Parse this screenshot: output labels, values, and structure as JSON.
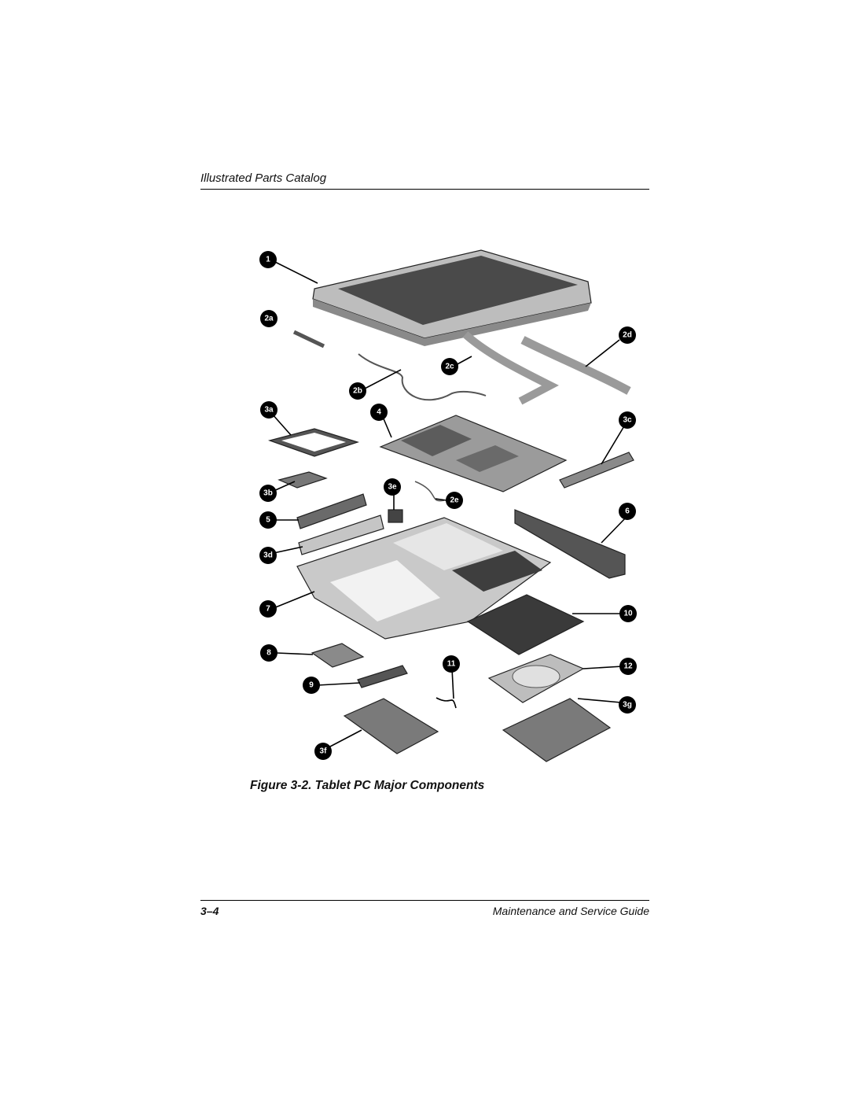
{
  "header": {
    "section_title": "Illustrated Parts Catalog"
  },
  "figure": {
    "caption": "Figure 3-2. Tablet PC Major Components",
    "callouts": [
      "1",
      "2a",
      "2d",
      "2c",
      "2b",
      "3a",
      "4",
      "3c",
      "3e",
      "2e",
      "3b",
      "5",
      "6",
      "3d",
      "7",
      "10",
      "8",
      "11",
      "12",
      "9",
      "3g",
      "3f"
    ]
  },
  "footer": {
    "page_number": "3–4",
    "guide_title": "Maintenance and Service Guide"
  }
}
